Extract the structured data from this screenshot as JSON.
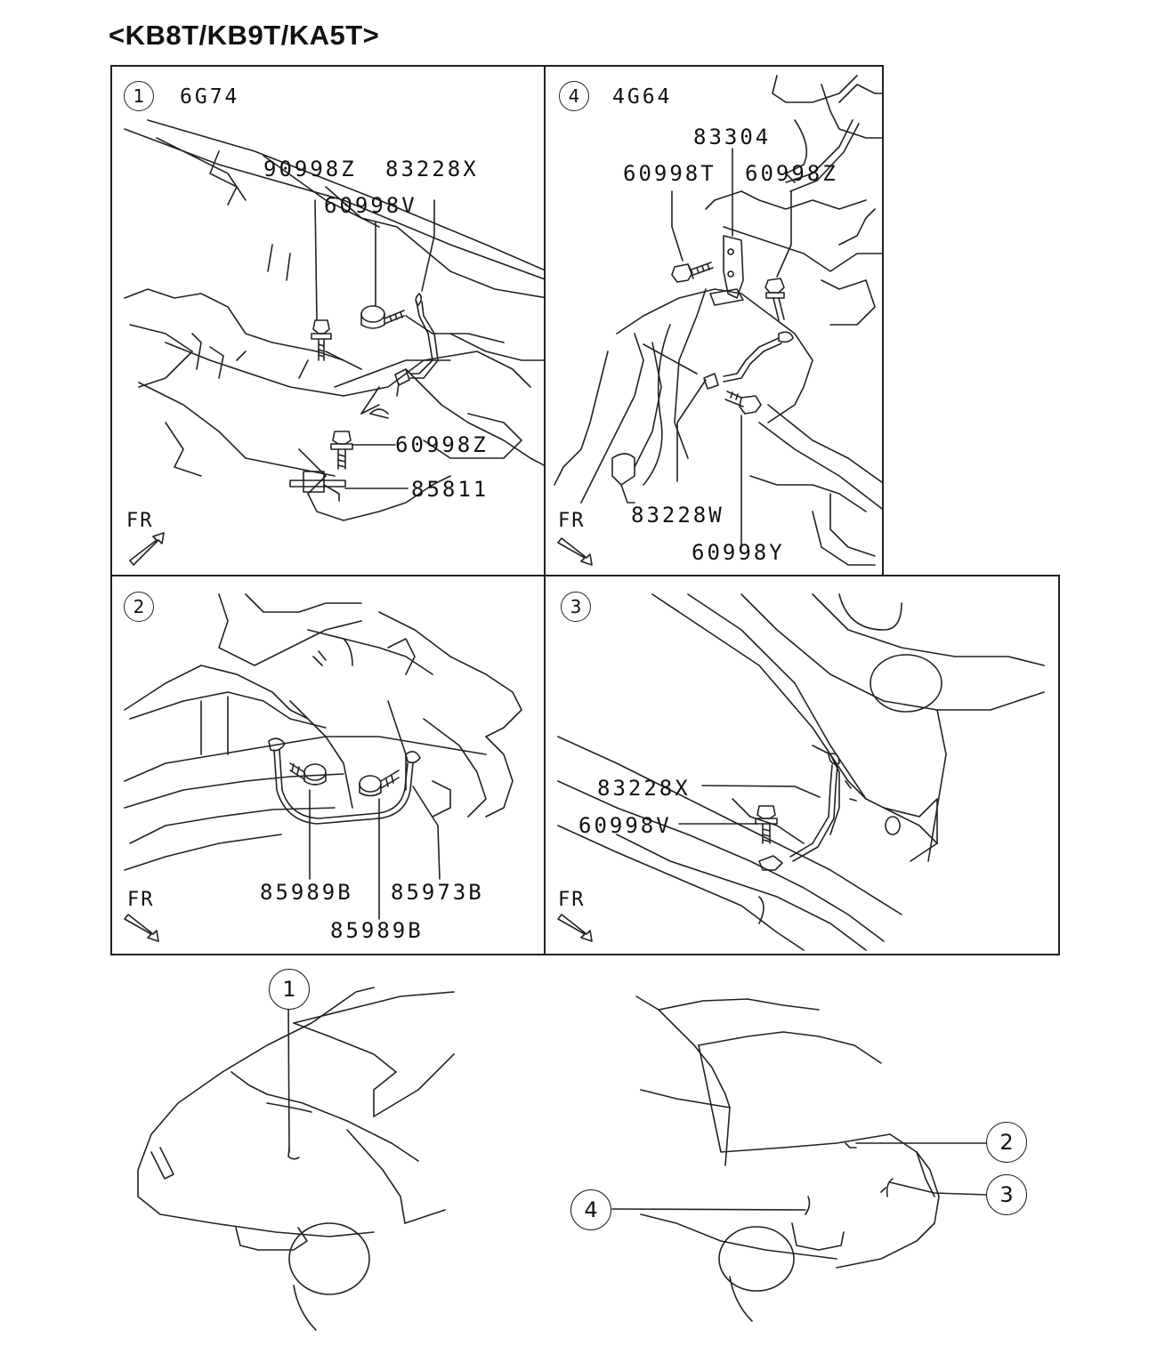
{
  "title": "<KB8T/KB9T/KA5T>",
  "fr_label": "FR",
  "panels": [
    {
      "id": "1",
      "number": "1",
      "engine": "6G74",
      "labels": [
        "90998Z",
        "83228X",
        "60998V",
        "60998Z",
        "85811"
      ]
    },
    {
      "id": "4",
      "number": "4",
      "engine": "4G64",
      "labels": [
        "83304",
        "60998T",
        "60998Z",
        "83228W",
        "60998Y"
      ]
    },
    {
      "id": "2",
      "number": "2",
      "labels": [
        "85989B",
        "85973B",
        "85989B"
      ]
    },
    {
      "id": "3",
      "number": "3",
      "labels": [
        "83228X",
        "60998V"
      ]
    }
  ],
  "vehicle_callouts": [
    "1",
    "2",
    "3",
    "4"
  ]
}
